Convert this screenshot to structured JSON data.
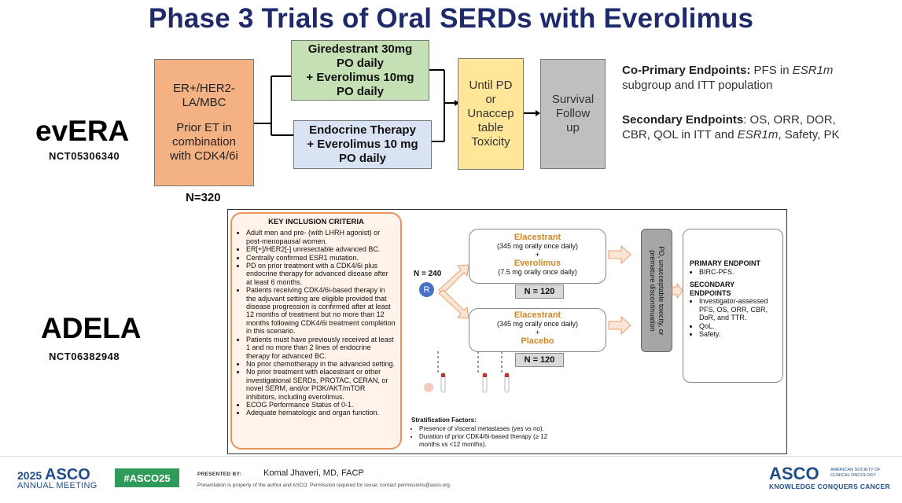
{
  "title": "Phase 3 Trials of Oral SERDs with Everolimus",
  "everera": {
    "name": "evERA",
    "nct": "NCT05306340",
    "population": [
      "ER+/HER2-",
      "LA/MBC",
      "",
      "Prior ET in",
      "combination",
      "with CDK4/6i"
    ],
    "n": "N=320",
    "arm1": [
      "Giredestrant 30mg",
      "PO daily",
      "+ Everolimus 10mg",
      "PO daily"
    ],
    "arm2": [
      "Endocrine Therapy",
      "+ Everolimus 10 mg",
      "PO daily"
    ],
    "until": [
      "Until PD",
      "or",
      "Unaccep",
      "table",
      "Toxicity"
    ],
    "survival": [
      "Survival",
      "Follow",
      "up"
    ],
    "coprimary_label": "Co-Primary Endpoints:",
    "coprimary_text_1": " PFS in ",
    "coprimary_italic": "ESR1m",
    "coprimary_text_2": " subgroup and ITT population",
    "secondary_label": "Secondary Endpoints",
    "secondary_text_1": ": OS, ORR, DOR, CBR, QOL in ITT and ",
    "secondary_italic": "ESR1m",
    "secondary_text_2": ", Safety, PK",
    "colors": {
      "population": "#f4b183",
      "arm1": "#c5e0b4",
      "arm2": "#dae3f3",
      "until": "#ffe699",
      "survival": "#bfbfbf",
      "title": "#1f2a6b"
    }
  },
  "adela": {
    "name": "ADELA",
    "nct": "NCT06382948",
    "criteria_title": "KEY INCLUSION CRITERIA",
    "criteria": [
      "Adult men and pre- (with LHRH agonist) or post-menopausal women.",
      "ER[+]/HER2[-] unresectable advanced BC.",
      "Centrally confirmed ESR1 mutation.",
      "PD on prior treatment with a CDK4/6i plus endocrine therapy for advanced disease after at least 6 months.",
      "Patients receiving CDK4/6i-based therapy in the adjuvant setting are eligible provided that disease progression is confirmed after at least 12 months of treatment but no more than 12 months following CDK4/6i treatment completion in this scenario.",
      "Patients must have previously received at least 1 and no more than 2 lines of endocrine therapy for advanced BC.",
      "No prior chemotherapy in the advanced setting.",
      "No prior treatment with elacestrant or other investigational SERDs, PROTAC, CERAN, or novel SERM, and/or PI3K/AKT/mTOR inhibitors, including everolimus.",
      "ECOG Performance Status of 0-1.",
      "Adequate hematologic and organ function."
    ],
    "n_total": "N = 240",
    "randomize": "R",
    "arm1": {
      "drug1": "Elacestrant",
      "dose1": "(345 mg orally once daily)",
      "plus": "+",
      "drug2": "Everolimus",
      "dose2": "(7.5 mg orally once daily)",
      "n": "N = 120"
    },
    "arm2": {
      "drug1": "Elacestrant",
      "dose1": "(345 mg orally once daily)",
      "plus": "+",
      "drug2": "Placebo",
      "n": "N = 120"
    },
    "pd": [
      "PD, unacceptable toxicity, or",
      "premature discontinuation"
    ],
    "primary_label": "PRIMARY ENDPOINT",
    "primary": [
      "BIRC-PFS."
    ],
    "secondary_label": [
      "SECONDARY",
      "ENDPOINTS"
    ],
    "secondary": [
      "Investigator-assessed PFS, OS, ORR, CBR, DoR, and TTR.",
      "QoL.",
      "Safety."
    ],
    "strat_title": "Stratification Factors:",
    "strat": [
      "Presence of visceral metastases (yes vs no).",
      "Duration of prior CDK4/6i-based therapy (≥ 12 months vs <12 months)."
    ]
  },
  "footer": {
    "year": "2025",
    "asco": "ASCO",
    "annual": "ANNUAL MEETING",
    "hashtag": "#ASCO25",
    "presented_by": "PRESENTED BY:",
    "presenter": "Komal Jhaveri, MD, FACP",
    "disclaimer": "Presentation is property of the author and ASCO. Permission required for reuse; contact permissions@asco.org.",
    "asco_right": "ASCO",
    "society": [
      "AMERICAN SOCIETY OF",
      "CLINICAL ONCOLOGY"
    ],
    "tagline": "KNOWLEDGE CONQUERS CANCER"
  }
}
